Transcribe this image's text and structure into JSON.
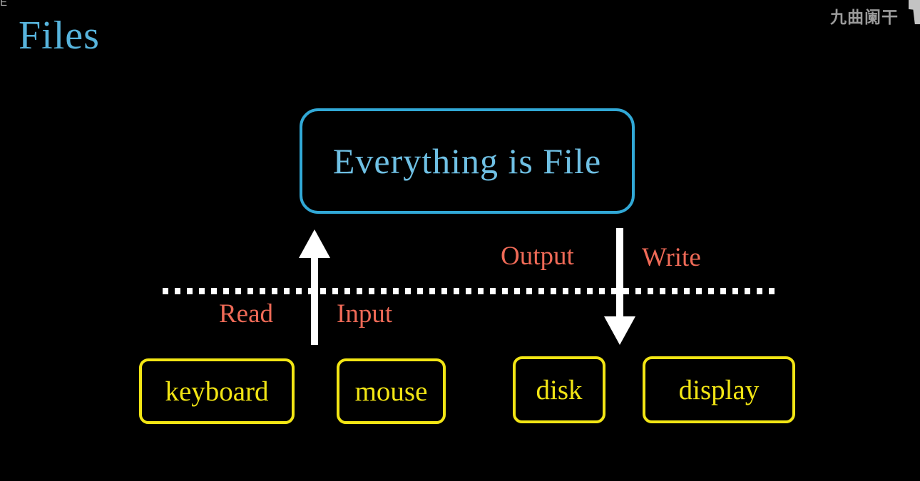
{
  "slide": {
    "title": "Files",
    "background_color": "#000000",
    "title_color": "#57b4dd"
  },
  "watermark": {
    "text": "九曲阑干",
    "color": "#9b9b9b",
    "corner_glyph_left": "E"
  },
  "concept_box": {
    "label": "Everything is File",
    "border_color": "#31a8d6",
    "text_color": "#6fc0e4"
  },
  "separator": {
    "style": "dotted",
    "color": "#ffffff"
  },
  "flows": [
    {
      "direction": "up",
      "below_label": "Read",
      "above_label": "Input",
      "color": "#ffffff"
    },
    {
      "direction": "down",
      "above_label": "Output",
      "beside_label": "Write",
      "color": "#ffffff"
    }
  ],
  "labels": {
    "read": "Read",
    "input": "Input",
    "output": "Output",
    "write": "Write",
    "label_color": "#ef6a57"
  },
  "devices": [
    {
      "label": "keyboard",
      "kind": "input"
    },
    {
      "label": "mouse",
      "kind": "input"
    },
    {
      "label": "disk",
      "kind": "output"
    },
    {
      "label": "display",
      "kind": "output"
    }
  ],
  "device_style": {
    "border_color": "#f2e514",
    "text_color": "#f2e514"
  }
}
